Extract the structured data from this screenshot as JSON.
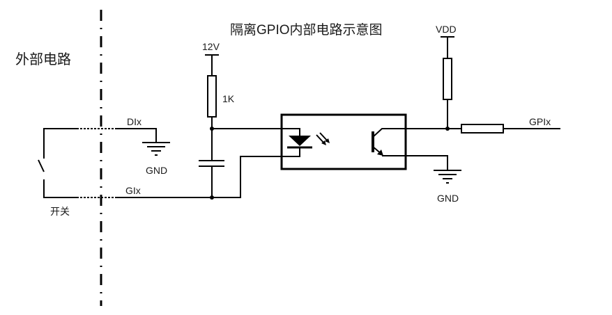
{
  "diagram": {
    "title": "隔离GPIO内部电路示意图",
    "external_label": "外部电路",
    "switch_label": "开关",
    "labels": {
      "dix": "DIx",
      "gix": "GIx",
      "gnd_left": "GND",
      "gnd_right": "GND",
      "supply_12v": "12V",
      "resistor_1k": "1K",
      "vdd": "VDD",
      "gpix": "GPIx"
    },
    "components": [
      {
        "type": "switch",
        "name": "开关"
      },
      {
        "type": "resistor",
        "value": "1K",
        "net": "12V"
      },
      {
        "type": "capacitor"
      },
      {
        "type": "optocoupler",
        "parts": [
          "LED",
          "phototransistor"
        ]
      },
      {
        "type": "resistor",
        "net": "VDD",
        "role": "pull-up"
      },
      {
        "type": "resistor",
        "net": "GPIx",
        "role": "series"
      },
      {
        "type": "ground",
        "net": "GND"
      },
      {
        "type": "ground",
        "net": "GND"
      }
    ],
    "colors": {
      "line": "#000000",
      "text": "#1a1a1a"
    }
  }
}
